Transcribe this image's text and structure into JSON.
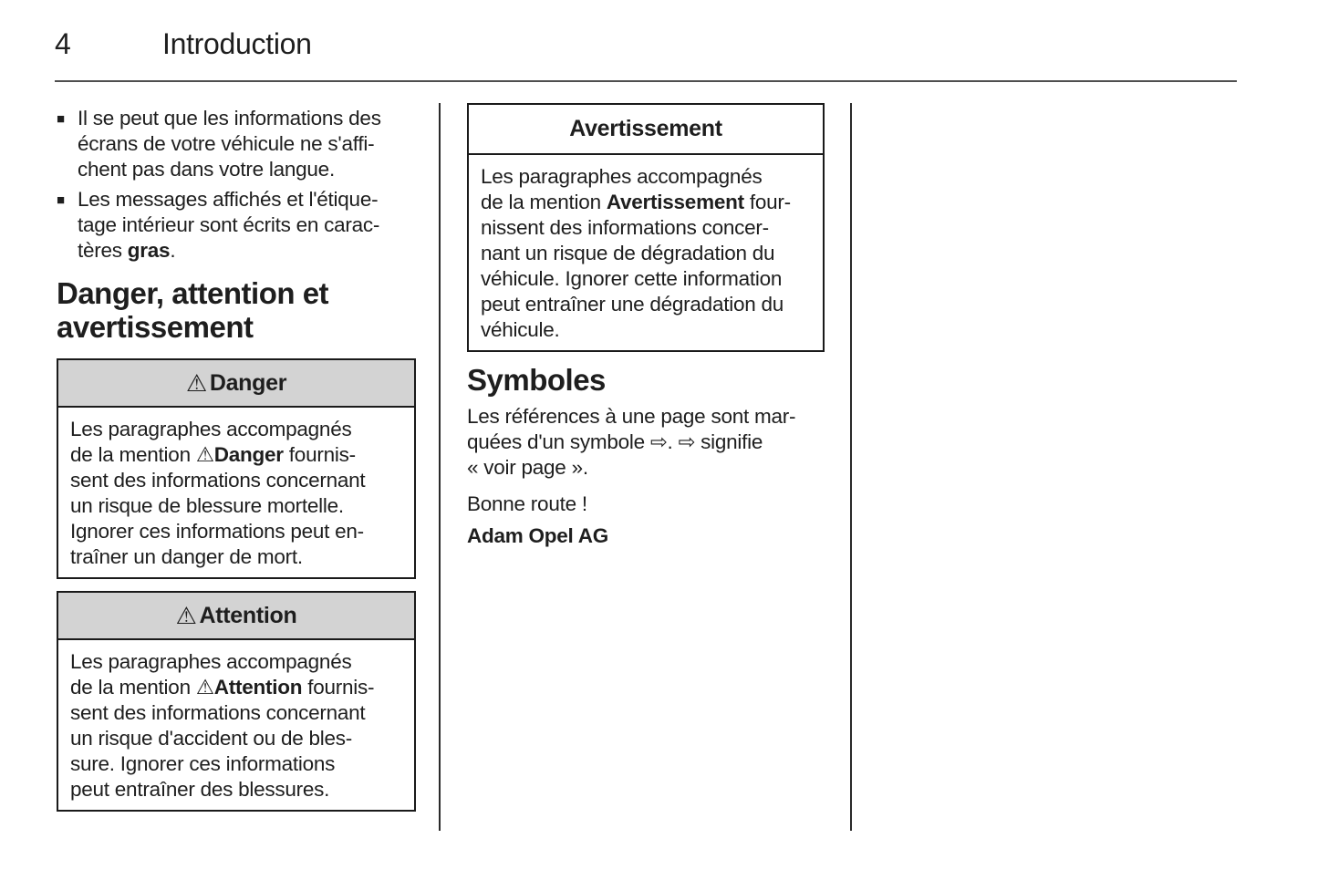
{
  "page": {
    "number": "4",
    "title": "Introduction"
  },
  "column1": {
    "bullet_char": "■",
    "bullets": [
      "Il se peut que les informations des\nécrans de votre véhicule ne s'affi-\nchent pas dans votre langue.",
      "Les messages affichés et l'étique-\ntage intérieur sont écrits en carac-\ntères **gras**."
    ],
    "section_heading": "Danger, attention et\navertissement"
  },
  "boxes": {
    "danger": {
      "icon": "⚠",
      "title": "Danger",
      "body": "Les paragraphes accompagnés\nde la mention ⚠**Danger** fournis-\nsent des informations concernant\nun risque de blessure mortelle.\nIgnorer ces informations peut en-\ntraîner un danger de mort."
    },
    "attention": {
      "icon": "⚠",
      "title": "Attention",
      "body": "Les paragraphes accompagnés\nde la mention ⚠**Attention** fournis-\nsent des informations concernant\nun risque d'accident ou de bles-\nsure. Ignorer ces informations\npeut entraîner des blessures."
    },
    "avertissement": {
      "title": "Avertissement",
      "body": "Les paragraphes accompagnés\nde la mention **Avertissement** four-\nnissent des informations concer-\nnant un risque de dégradation du\nvéhicule. Ignorer cette information\npeut entraîner une dégradation du\nvéhicule."
    }
  },
  "symbols_section": {
    "heading": "Symboles",
    "paragraph": "Les références à une page sont mar-\nquées d'un symbole ⇨. ⇨ signifie\n« voir page ».",
    "closing": "Bonne route !",
    "signature": "Adam Opel AG"
  },
  "colors": {
    "box_header_bg": "#d3d3d3",
    "border": "#1a1a1a",
    "rule": "#4f4f4f",
    "text": "#1e1e1e",
    "page_bg": "#ffffff"
  }
}
